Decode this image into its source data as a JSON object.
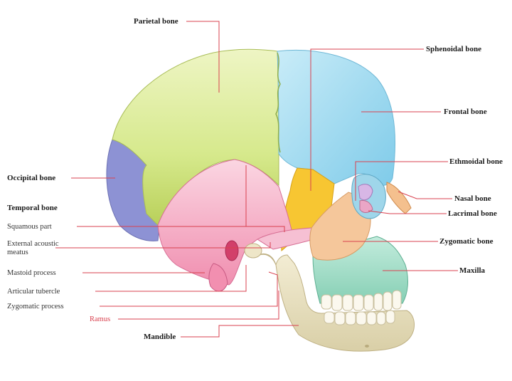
{
  "figure": {
    "colors": {
      "parietal": "#dcea9a",
      "frontal": "#9ed9ef",
      "occipital": "#8d92d4",
      "temporal": "#f6b6cc",
      "sphenoid": "#f7c632",
      "zygomatic": "#f5c79b",
      "maxilla": "#a9e3cf",
      "mandible": "#ece3c2",
      "leader_line": "#d9414f"
    },
    "labels": {
      "parietal": "Parietal bone",
      "sphenoidal": "Sphenoidal bone",
      "frontal": "Frontal bone",
      "ethmoidal": "Ethmoidal bone",
      "nasal": "Nasal bone",
      "lacrimal": "Lacrimal bone",
      "zygomatic": "Zygomatic bone",
      "maxilla": "Maxilla",
      "occipital": "Occipital bone",
      "temporal": "Temporal bone",
      "squamous": "Squamous part",
      "external_acoustic_1": "External acoustic",
      "external_acoustic_2": "meatus",
      "mastoid": "Mastoid process",
      "articular": "Articular tubercle",
      "zygomatic_process": "Zygomatic process",
      "ramus": "Ramus",
      "mandible": "Mandible"
    }
  }
}
